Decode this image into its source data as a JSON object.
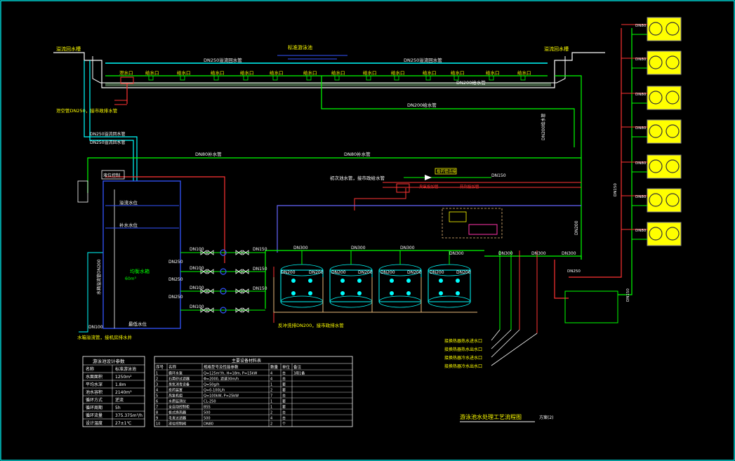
{
  "pool": {
    "left_gutter": "溢流回水槽",
    "right_gutter": "溢流回水槽",
    "name": "标准游泳池",
    "return_pipe_left": "DN250溢流回水管",
    "return_pipe_right": "DN250溢流回水管",
    "drain": "泄水口",
    "inlet": "给水口",
    "supply_pipe": "DN200给水管",
    "drain_note": "泄空管DN250，接市政排水管"
  },
  "pipes": {
    "dn200_main": "DN200给水管",
    "dn200_right": "DN200给水管",
    "overflow_a": "DN250溢流回水管",
    "overflow_b": "DN250溢流回水管",
    "dn80_left": "DN80补水管",
    "dn80_mid": "DN80补水管",
    "makeup_note": "初次池水管，接市政给水管",
    "dn150": "DN150",
    "dosing_a": "投药管连接",
    "dosing_b": "臭氧投加管",
    "dosing_c": "药剂投加管",
    "dn300_a": "DN300",
    "dn300_b": "DN300",
    "dn300_c": "DN300",
    "dn300_d": "DN300",
    "dn300_e": "DN300",
    "dn300_f": "DN300",
    "dn300_g": "DN300",
    "dn200_vert": "DN200",
    "dn250_bot": "DN250",
    "backwash": "反冲洗排DN200，接市政排水管",
    "tank_overflow": "水箱溢流管，接机房排水井",
    "tank_dn": "DN100",
    "tank_riser": "水箱溢流管DN200"
  },
  "balance_tank": {
    "controller": "液位控制",
    "high_level": "溢流水位",
    "makeup_level": "补水水位",
    "name": "均衡水箱",
    "volume": "60m³",
    "low_level": "最低水位"
  },
  "pumps": {
    "dn100_labels": [
      "DN100",
      "DN100",
      "DN100",
      "DN100"
    ],
    "dn250_labels": [
      "DN250",
      "DN250",
      "DN250"
    ],
    "dn150_labels": [
      "DN150",
      "DN150",
      "DN150"
    ],
    "suction": "DN100"
  },
  "filters": {
    "labels": [
      "DN200",
      "DN200",
      "DN200",
      "DN200",
      "DN200",
      "DN200",
      "DN200",
      "DN200"
    ]
  },
  "outlets": [
    "接换热器热水进水口",
    "接换热器热水出水口",
    "接换热器冷水进水口",
    "接换热器冷水出水口"
  ],
  "heat_pump": {
    "pipe_labels": [
      "DN80",
      "DN80",
      "DN80",
      "DN80",
      "DN80",
      "DN80",
      "DN80"
    ],
    "riser_a": "DN150",
    "riser_b": "DN150"
  },
  "params": {
    "title": "游泳池设计参数",
    "rows": [
      [
        "名称",
        "标准游泳池"
      ],
      [
        "水面面积",
        "1250m²"
      ],
      [
        "平均水深",
        "1.8m"
      ],
      [
        "池水容积",
        "2140m³"
      ],
      [
        "循环方式",
        "逆流"
      ],
      [
        "循环周期",
        "5h"
      ],
      [
        "循环流量",
        "375.375m³/h"
      ],
      [
        "设计温度",
        "27±1℃"
      ]
    ]
  },
  "equipment": {
    "title": "主要设备材料表",
    "headers": [
      "序号",
      "名称",
      "规格型号及性能参数",
      "数量",
      "单位",
      "备注"
    ],
    "rows": [
      [
        "1",
        "循环水泵",
        "Q=125m³/h, H=18m, P=15kW",
        "4",
        "台",
        "3用1备"
      ],
      [
        "2",
        "石英砂过滤器",
        "Φ=2000, 滤速30m/h",
        "4",
        "台",
        ""
      ],
      [
        "3",
        "臭氧消毒设备",
        "Q=50g/h",
        "1",
        "套",
        ""
      ],
      [
        "4",
        "投药装置",
        "Q=0-100L/h",
        "2",
        "套",
        ""
      ],
      [
        "5",
        "热泵机组",
        "Q=100kW, P=25kW",
        "7",
        "台",
        ""
      ],
      [
        "6",
        "水质监测仪",
        "CL-250",
        "1",
        "套",
        ""
      ],
      [
        "7",
        "全自动控制柜",
        "BSS",
        "1",
        "套",
        ""
      ],
      [
        "8",
        "板式换热器",
        "500",
        "2",
        "台",
        ""
      ],
      [
        "9",
        "毛发过滤器",
        "500",
        "4",
        "台",
        ""
      ],
      [
        "10",
        "液位控制阀",
        "DN80",
        "2",
        "个",
        ""
      ]
    ]
  },
  "title_block": {
    "title": "游泳池水处理工艺流程图",
    "sub": "方案(2)"
  },
  "colors": {
    "water": "#00ff00",
    "overflow": "#00ffff",
    "pressure": "#ff3333",
    "gas": "#6666ff",
    "label": "#ffff00",
    "pipe_text": "#ffffff",
    "fill_wall": "#e0d0ff",
    "filter_pipe": "#e7b97a"
  }
}
